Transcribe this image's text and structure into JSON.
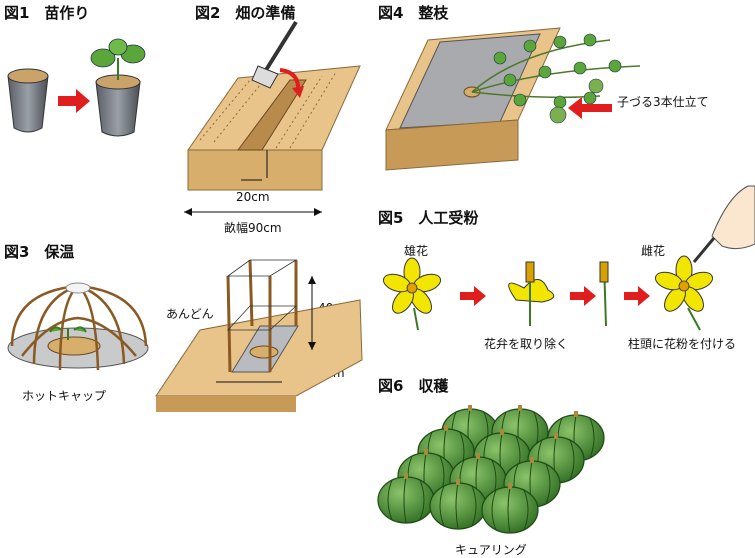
{
  "fig1": {
    "title": "図1　苗作り"
  },
  "fig2": {
    "title": "図2　畑の準備",
    "depth": "20cm",
    "width": "20cm",
    "ridge": "畝幅90cm"
  },
  "fig3": {
    "title": "図3　保温",
    "cap": "ホットキャップ",
    "andon": "あんどん",
    "height": "40cm",
    "depth": "30cm",
    "width": "30cm"
  },
  "fig4": {
    "title": "図4　整枝",
    "note": "子づる3本仕立て"
  },
  "fig5": {
    "title": "図5　人工受粉",
    "male": "雄花",
    "female": "雌花",
    "step1": "花弁を取り除く",
    "step2": "柱頭に花粉を付ける"
  },
  "fig6": {
    "title": "図6　収穫",
    "note": "キュアリング"
  },
  "colors": {
    "soil": "#e8c48a",
    "soilDark": "#c89a58",
    "arrow": "#e01e1e",
    "leaf": "#5aa63a",
    "pumpkin": "#3f8a2e",
    "flower": "#f2e600"
  }
}
